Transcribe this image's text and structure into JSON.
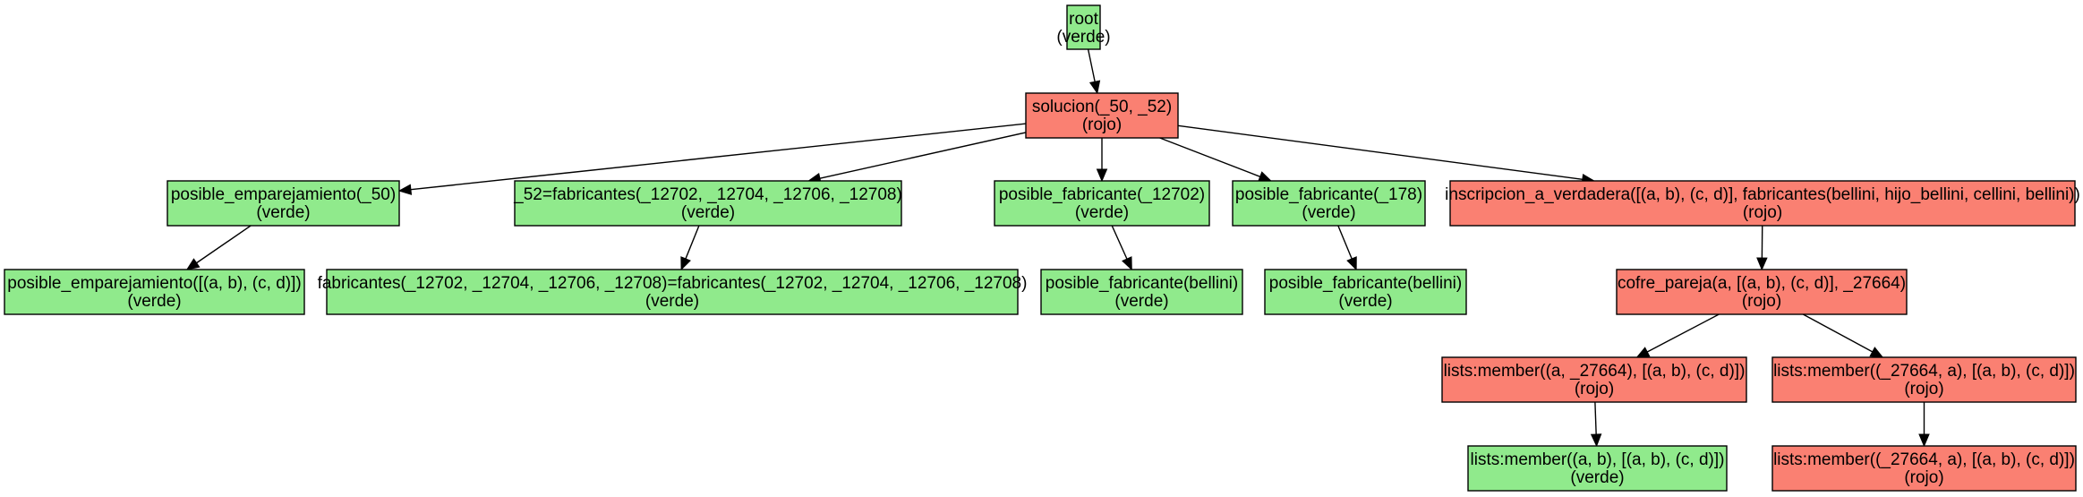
{
  "colors": {
    "verde": "#90ea8c",
    "rojo": "#fa8072"
  },
  "nodes": [
    {
      "id": "root",
      "line1": "root",
      "line2": "(verde)",
      "status": "verde"
    },
    {
      "id": "solucion",
      "line1": "solucion(_50, _52)",
      "line2": "(rojo)",
      "status": "rojo"
    },
    {
      "id": "pos-emp-50",
      "line1": "posible_emparejamiento(_50)",
      "line2": "(verde)",
      "status": "verde"
    },
    {
      "id": "eq-fabricantes",
      "line1": "_52=fabricantes(_12702, _12704, _12706, _12708)",
      "line2": "(verde)",
      "status": "verde"
    },
    {
      "id": "pos-fab-12702",
      "line1": "posible_fabricante(_12702)",
      "line2": "(verde)",
      "status": "verde"
    },
    {
      "id": "pos-fab-178",
      "line1": "posible_fabricante(_178)",
      "line2": "(verde)",
      "status": "verde"
    },
    {
      "id": "inscripcion",
      "line1": "inscripcion_a_verdadera([(a, b), (c, d)], fabricantes(bellini, hijo_bellini, cellini, bellini))",
      "line2": "(rojo)",
      "status": "rojo"
    },
    {
      "id": "pos-emp-list",
      "line1": "posible_emparejamiento([(a, b), (c, d)])",
      "line2": "(verde)",
      "status": "verde"
    },
    {
      "id": "fab-eq-fab",
      "line1": "fabricantes(_12702, _12704, _12706, _12708)=fabricantes(_12702, _12704, _12706, _12708)",
      "line2": "(verde)",
      "status": "verde"
    },
    {
      "id": "pos-fab-bellini-1",
      "line1": "posible_fabricante(bellini)",
      "line2": "(verde)",
      "status": "verde"
    },
    {
      "id": "pos-fab-bellini-2",
      "line1": "posible_fabricante(bellini)",
      "line2": "(verde)",
      "status": "verde"
    },
    {
      "id": "cofre",
      "line1": "cofre_pareja(a, [(a, b), (c, d)], _27664)",
      "line2": "(rojo)",
      "status": "rojo"
    },
    {
      "id": "member-a",
      "line1": "lists:member((a, _27664), [(a, b), (c, d)])",
      "line2": "(rojo)",
      "status": "rojo"
    },
    {
      "id": "member-b",
      "line1": "lists:member((_27664, a), [(a, b), (c, d)])",
      "line2": "(rojo)",
      "status": "rojo"
    },
    {
      "id": "member-ab",
      "line1": "lists:member((a, b), [(a, b), (c, d)])",
      "line2": "(verde)",
      "status": "verde"
    },
    {
      "id": "member-b-leaf",
      "line1": "lists:member((_27664, a), [(a, b), (c, d)])",
      "line2": "(rojo)",
      "status": "rojo"
    }
  ],
  "edges": [
    [
      "root",
      "solucion"
    ],
    [
      "solucion",
      "pos-emp-50"
    ],
    [
      "solucion",
      "eq-fabricantes"
    ],
    [
      "solucion",
      "pos-fab-12702"
    ],
    [
      "solucion",
      "pos-fab-178"
    ],
    [
      "solucion",
      "inscripcion"
    ],
    [
      "pos-emp-50",
      "pos-emp-list"
    ],
    [
      "eq-fabricantes",
      "fab-eq-fab"
    ],
    [
      "pos-fab-12702",
      "pos-fab-bellini-1"
    ],
    [
      "pos-fab-178",
      "pos-fab-bellini-2"
    ],
    [
      "inscripcion",
      "cofre"
    ],
    [
      "cofre",
      "member-a"
    ],
    [
      "cofre",
      "member-b"
    ],
    [
      "member-a",
      "member-ab"
    ],
    [
      "member-b",
      "member-b-leaf"
    ]
  ]
}
